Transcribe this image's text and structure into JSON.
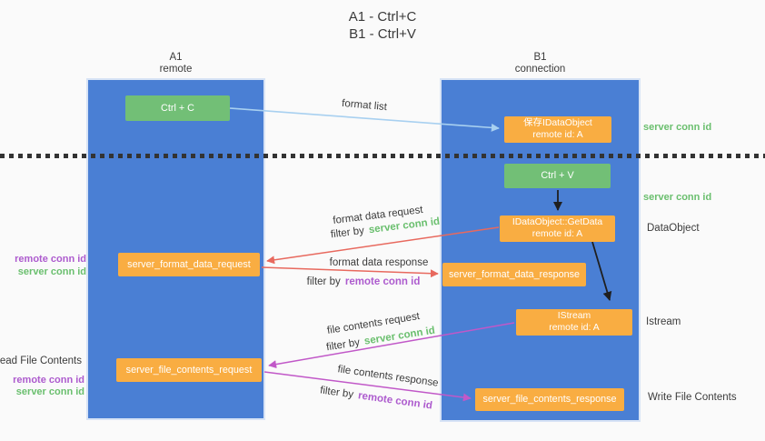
{
  "title": {
    "line1": "A1 - Ctrl+C",
    "line2": "B1 - Ctrl+V"
  },
  "columns": {
    "left": {
      "name": "A1",
      "role": "remote"
    },
    "right": {
      "name": "B1",
      "role": "connection"
    }
  },
  "nodes": {
    "ctrl_c": {
      "label": "Ctrl + C"
    },
    "save_idataobject": {
      "line1": "保存IDataObject",
      "line2": "remote id: A"
    },
    "ctrl_v": {
      "label": "Ctrl + V"
    },
    "getdata": {
      "line1": "IDataObject::GetData",
      "line2": "remote id: A"
    },
    "server_format_data_request": {
      "label": "server_format_data_request"
    },
    "server_format_data_response": {
      "label": "server_format_data_response"
    },
    "istream": {
      "line1": "IStream",
      "line2": "remote id: A"
    },
    "server_file_contents_request": {
      "label": "server_file_contents_request"
    },
    "server_file_contents_response": {
      "label": "server_file_contents_response"
    }
  },
  "arrow_labels": {
    "format_list": "format list",
    "format_data_request": "format data request",
    "format_data_response": "format data response",
    "file_contents_request": "file contents request",
    "file_contents_response": "file contents response",
    "filter_prefix": "filter by ",
    "server_conn_id": "server conn id",
    "remote_conn_id": "remote conn id"
  },
  "side_labels": {
    "server_conn_id": "server conn id",
    "remote_conn_id": "remote conn id",
    "data_object": "DataObject",
    "istream": "Istream",
    "read_file_contents": "Read File Contents",
    "write_file_contents": "Write File Contents"
  },
  "colors": {
    "lane_blue": "#4a7fd4",
    "box_green": "#72bf76",
    "box_orange": "#f9ad42",
    "arrow_red": "#e8695e",
    "arrow_magenta": "#c158c8",
    "arrow_light_blue": "#a8d0f0",
    "arrow_black": "#1f1f1f",
    "text_green": "#6abf6e",
    "text_purple": "#ad5bce",
    "text_dark": "#3b3b3b"
  }
}
